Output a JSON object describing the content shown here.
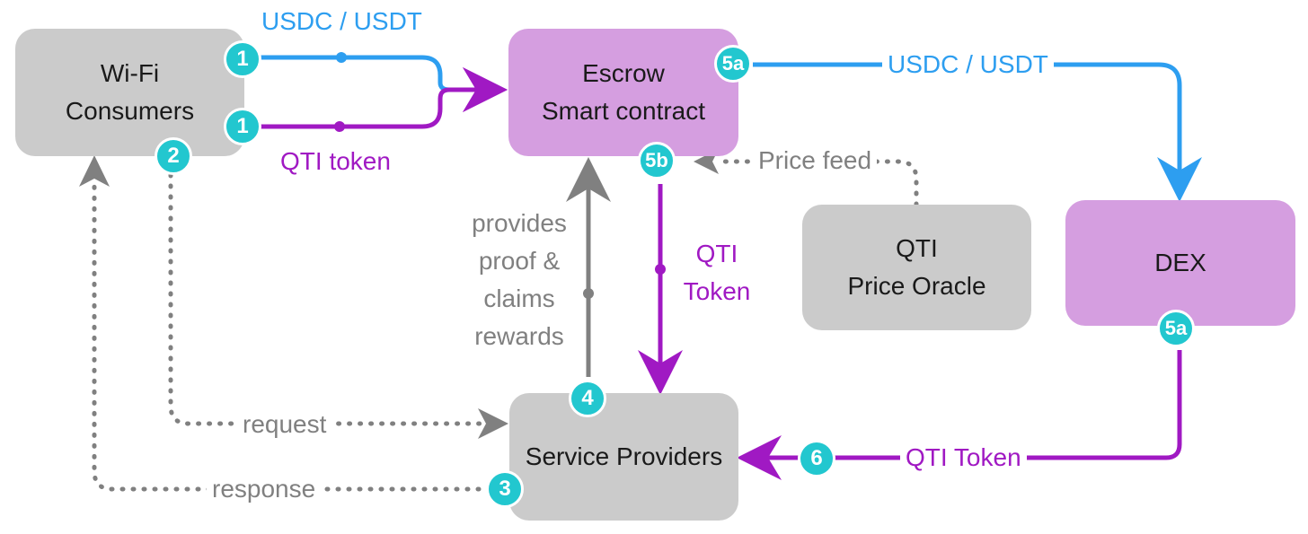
{
  "colors": {
    "blue": "#2d9ef0",
    "purple": "#a019c3",
    "gray_arrow": "#808080",
    "badge": "#22c7cf",
    "gray_box": "#cbcbcb",
    "purple_box": "#d59ee0"
  },
  "nodes": {
    "wifi": {
      "line1": "Wi-Fi",
      "line2": "Consumers"
    },
    "escrow": {
      "line1": "Escrow",
      "line2": "Smart contract"
    },
    "dex": {
      "line1": "DEX"
    },
    "oracle": {
      "line1": "QTI",
      "line2": "Price Oracle"
    },
    "providers": {
      "line1": "Service Providers"
    }
  },
  "labels": {
    "usdc_top": "USDC / USDT",
    "qti_token_left": "QTI token",
    "usdc_right": "USDC / USDT",
    "price_feed": "Price feed",
    "provides_1": "provides",
    "provides_2": "proof &",
    "provides_3": "claims",
    "provides_4": "rewards",
    "qti_mid_1": "QTI",
    "qti_mid_2": "Token",
    "request": "request",
    "response": "response",
    "qti_token_bottom": "QTI Token"
  },
  "badges": {
    "b1a": "1",
    "b1b": "1",
    "b2": "2",
    "b3": "3",
    "b4": "4",
    "b5a_top": "5a",
    "b5b": "5b",
    "b5a_dex": "5a",
    "b6": "6"
  }
}
